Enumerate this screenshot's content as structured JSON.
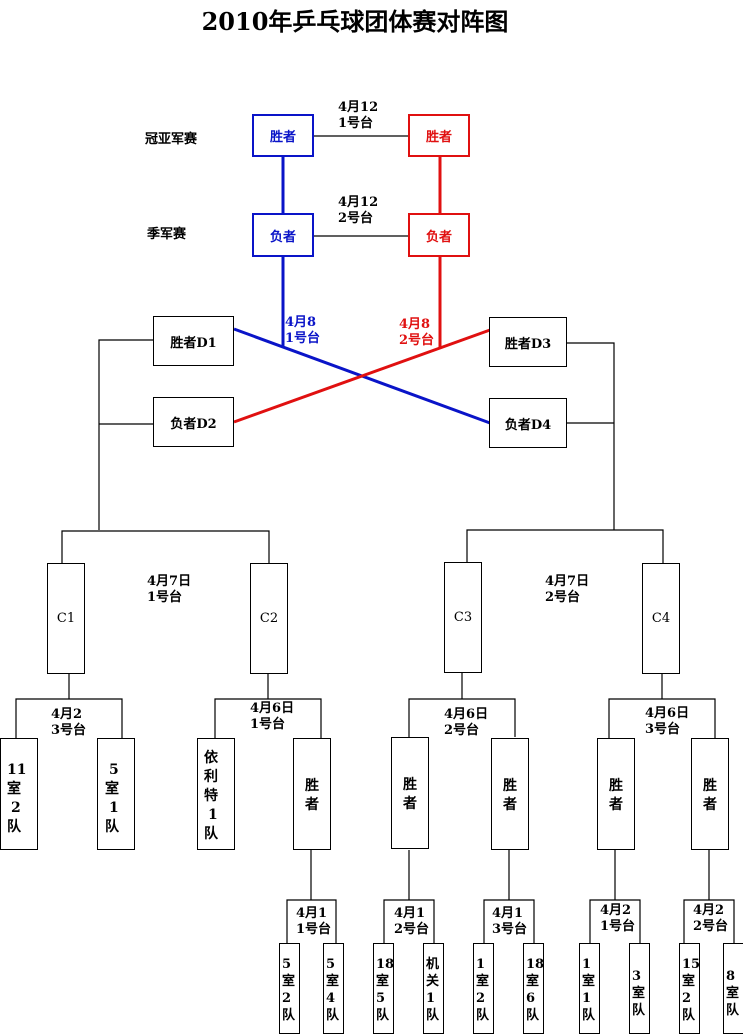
{
  "title": "2010年乒乓球团体赛对阵图",
  "colors": {
    "blue": "#0a14c8",
    "red": "#e01010",
    "line": "#000000"
  },
  "final_stage": {
    "championship_label": "冠亚军赛",
    "third_place_label": "季军赛",
    "final_blue_winner": "胜者",
    "final_red_winner": "胜者",
    "third_blue_loser": "负者",
    "third_red_loser": "负者",
    "final_schedule": {
      "date": "4月12",
      "table": "1号台"
    },
    "third_schedule": {
      "date": "4月12",
      "table": "2号台"
    }
  },
  "semis": {
    "d1": "胜者D1",
    "d2": "负者D2",
    "d3": "胜者D3",
    "d4": "负者D4",
    "blue_schedule": {
      "date": "4月8",
      "table": "1号台"
    },
    "red_schedule": {
      "date": "4月8",
      "table": "2号台"
    }
  },
  "group_c": {
    "c1": "C1",
    "c2": "C2",
    "c3": "C3",
    "c4": "C4",
    "left_schedule": {
      "date": "4月7日",
      "table": "1号台"
    },
    "right_schedule": {
      "date": "4月7日",
      "table": "2号台"
    }
  },
  "round2": {
    "m1_schedule": {
      "date": "4月2",
      "table": "3号台"
    },
    "m2_schedule": {
      "date": "4月6日",
      "table": "1号台"
    },
    "m3_schedule": {
      "date": "4月6日",
      "table": "2号台"
    },
    "m4_schedule": {
      "date": "4月6日",
      "table": "3号台"
    },
    "teams": [
      [
        "11",
        "室",
        "2",
        "队"
      ],
      [
        "5",
        "室",
        "1",
        "队"
      ],
      [
        "依",
        "利",
        "特",
        "1",
        "队"
      ],
      [
        "胜",
        "者"
      ],
      [
        "胜",
        "者"
      ],
      [
        "胜",
        "者"
      ],
      [
        "胜",
        "者"
      ],
      [
        "胜",
        "者"
      ]
    ]
  },
  "round1": {
    "schedules": [
      {
        "date": "4月1",
        "table": "1号台"
      },
      {
        "date": "4月1",
        "table": "2号台"
      },
      {
        "date": "4月1",
        "table": "3号台"
      },
      {
        "date": "4月2",
        "table": "1号台"
      },
      {
        "date": "4月2",
        "table": "2号台"
      }
    ],
    "teams": [
      [
        "5",
        "室",
        "2",
        "队"
      ],
      [
        "5",
        "室",
        "4",
        "队"
      ],
      [
        "18",
        "室",
        "5",
        "队"
      ],
      [
        "机",
        "关",
        "1",
        "队"
      ],
      [
        "1",
        "室",
        "2",
        "队"
      ],
      [
        "18",
        "室",
        "6",
        "队"
      ],
      [
        "1",
        "室",
        "1",
        "队"
      ],
      [
        "3",
        "室",
        "队"
      ],
      [
        "15",
        "室",
        "2",
        "队"
      ],
      [
        "8",
        "室",
        "队"
      ]
    ]
  }
}
